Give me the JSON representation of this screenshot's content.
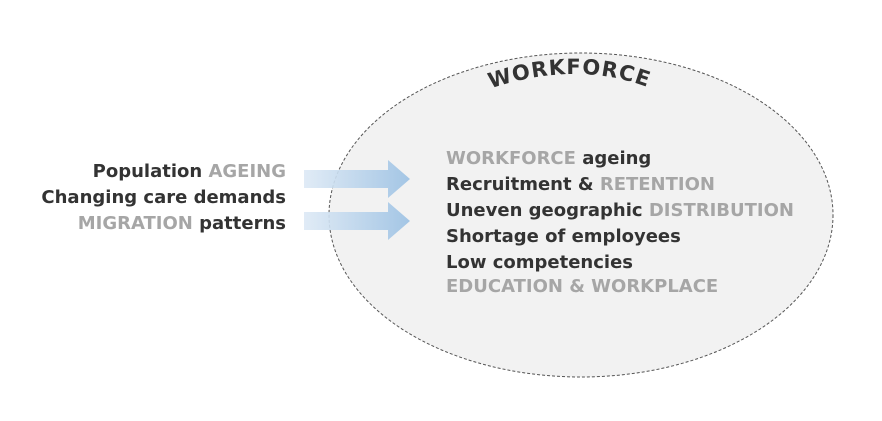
{
  "colors": {
    "dark_text": "#333333",
    "highlight_text": "#a6a6a6",
    "ellipse_fill": "#f2f2f2",
    "ellipse_stroke": "#555555",
    "arrow_fill": "#bdd7ee"
  },
  "title": "WORKFORCE",
  "drivers": [
    [
      {
        "text": "Population ",
        "style": "dark"
      },
      {
        "text": "AGEING",
        "style": "hl"
      }
    ],
    [
      {
        "text": "Changing care demands",
        "style": "dark"
      }
    ],
    [
      {
        "text": "MIGRATION",
        "style": "hl"
      },
      {
        "text": " patterns",
        "style": "dark"
      }
    ]
  ],
  "challenges": [
    [
      {
        "text": "WORKFORCE",
        "style": "hl"
      },
      {
        "text": " ageing",
        "style": "dark"
      }
    ],
    [
      {
        "text": "Recruitment & ",
        "style": "dark"
      },
      {
        "text": "RETENTION",
        "style": "hl"
      }
    ],
    [
      {
        "text": "Uneven geographic ",
        "style": "dark"
      },
      {
        "text": "DISTRIBUTION",
        "style": "hl"
      }
    ],
    [
      {
        "text": "Shortage of employees",
        "style": "dark"
      }
    ],
    [
      {
        "text": "Low competencies",
        "style": "dark"
      }
    ],
    [
      {
        "text": "EDUCATION & WORKPLACE",
        "style": "hl"
      }
    ]
  ]
}
